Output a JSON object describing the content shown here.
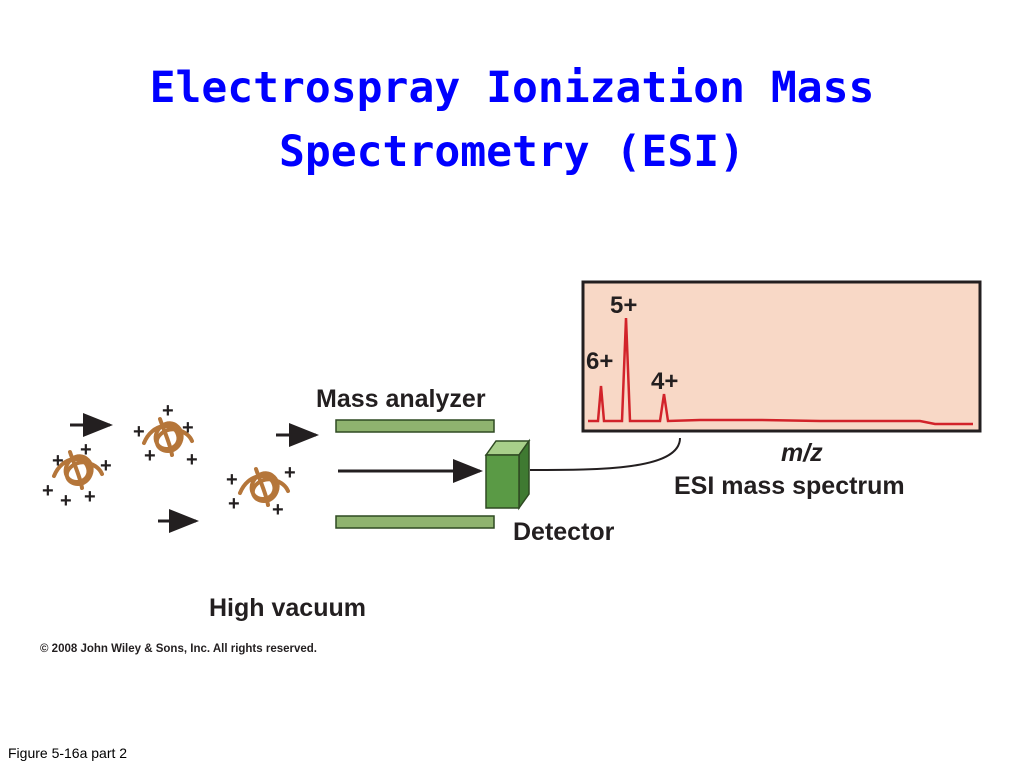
{
  "slide": {
    "title_line1": "Electrospray Ionization Mass",
    "title_line2": "Spectrometry (ESI)",
    "footer": "Figure 5-16a part 2"
  },
  "diagram": {
    "mass_analyzer_label": "Mass analyzer",
    "detector_label": "Detector",
    "high_vacuum_label": "High vacuum",
    "copyright": "© 2008 John Wiley & Sons, Inc. All rights reserved.",
    "charge_symbol": "+",
    "spectrum": {
      "axis_label": "m/z",
      "caption": "ESI mass spectrum",
      "peak_labels": [
        "6+",
        "5+",
        "4+"
      ]
    }
  },
  "colors": {
    "title": "#0000ff",
    "analyzer_rod": "#8fb36f",
    "detector": "#5a9a45",
    "molecule": "#b5763a",
    "spectrum_bg": "#f8d8c6",
    "spectrum_line": "#d2232a"
  }
}
